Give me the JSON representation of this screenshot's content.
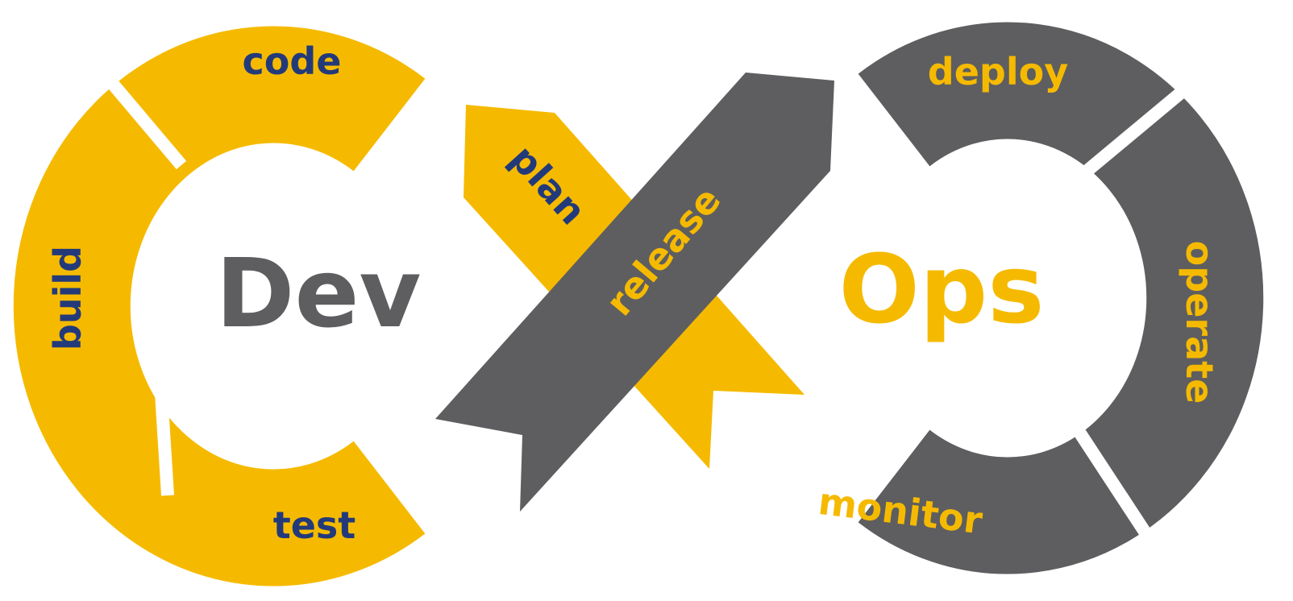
{
  "colors": {
    "yellow": "#F5BA00",
    "gray": "#5E5E60",
    "navy": "#233A7A",
    "background": "#FFFFFF"
  },
  "center": {
    "dev": "Dev",
    "ops": "Ops"
  },
  "stages": {
    "plan": "plan",
    "code": "code",
    "build": "build",
    "test": "test",
    "release": "release",
    "deploy": "deploy",
    "operate": "operate",
    "monitor": "monitor"
  }
}
